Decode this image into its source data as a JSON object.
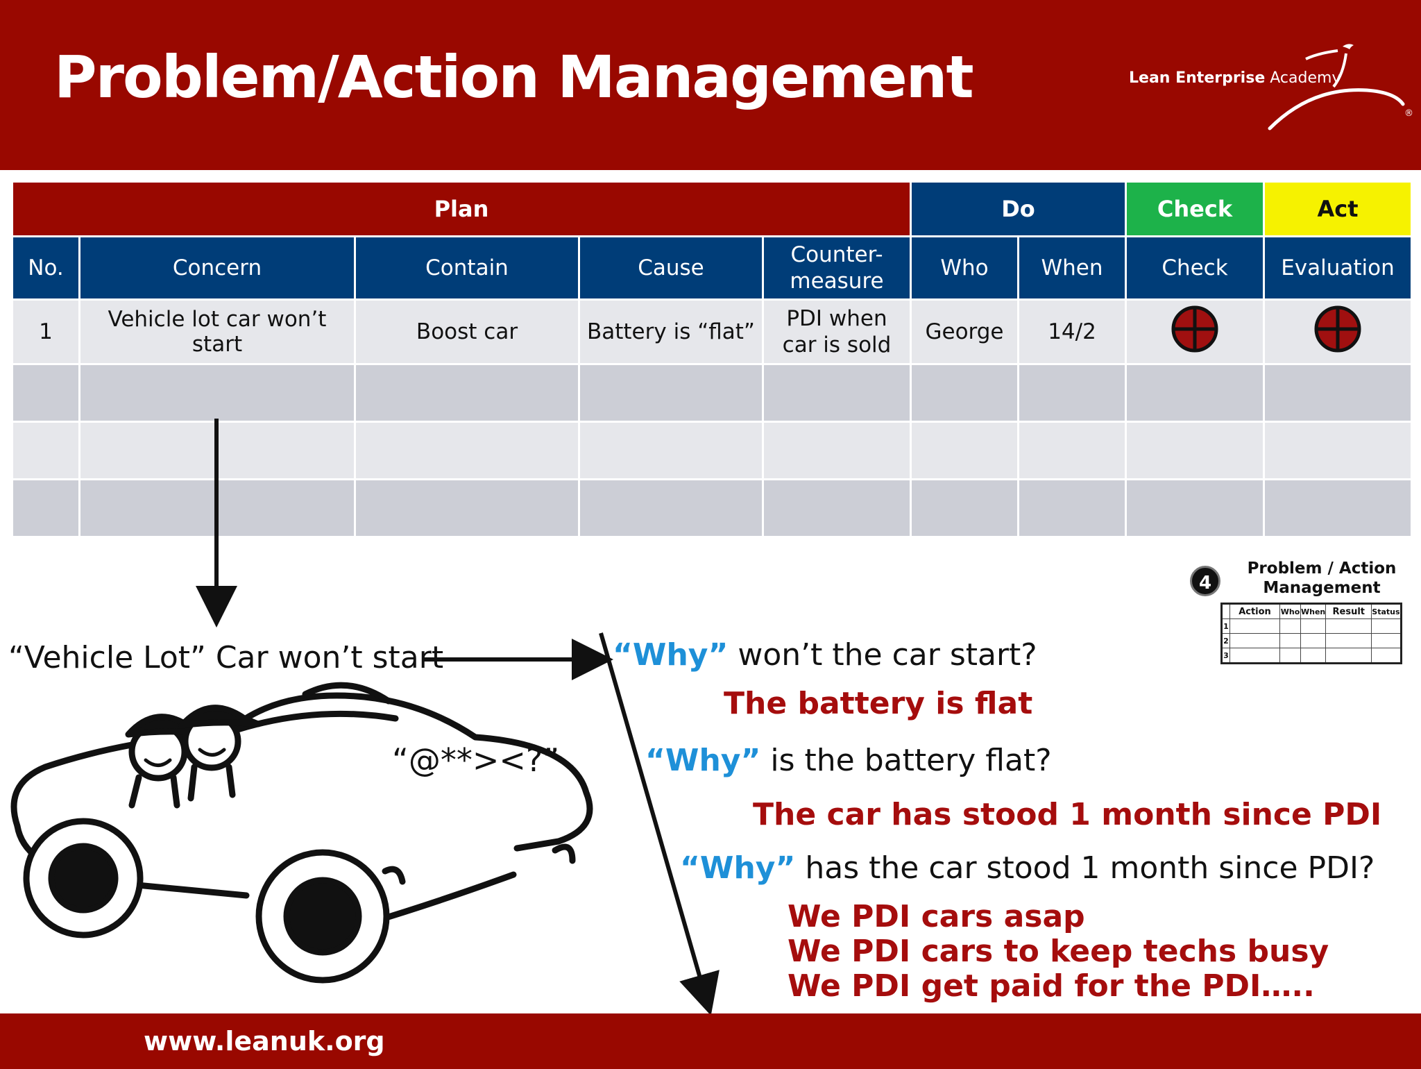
{
  "header": {
    "title": "Problem/Action Management",
    "logo": {
      "bold": "Lean Enterprise",
      "regular": "Academy",
      "mark": "®"
    }
  },
  "table": {
    "phases": [
      "Plan",
      "Do",
      "Check",
      "Act"
    ],
    "phase_colors": {
      "plan": "#990800",
      "do": "#003d78",
      "check": "#1db24a",
      "act": "#f6f200"
    },
    "columns": [
      "No.",
      "Concern",
      "Contain",
      "Cause",
      "Counter-measure",
      "Who",
      "When",
      "Check",
      "Evaluation"
    ],
    "column_lines": [
      [
        "Counter-",
        "measure"
      ]
    ],
    "row1": {
      "no": "1",
      "concern": "Vehicle lot car won’t start",
      "contain": "Boost car",
      "cause": "Battery is “flat”",
      "countermeasure": [
        "PDI when",
        "car is sold"
      ],
      "who": "George",
      "when": "14/2",
      "check_status": "quarter-circle-icon",
      "evaluation_status": "quarter-circle-icon"
    }
  },
  "five_whys": {
    "concern": "“Vehicle Lot” Car won’t start",
    "swear": "“@**><?”",
    "q1": {
      "why": "“Why”",
      "rest": "won’t the car start?"
    },
    "a1": "The battery is flat",
    "q2": {
      "why": "“Why”",
      "rest": "is the battery flat?"
    },
    "a2": "The car has stood 1 month since PDI",
    "q3": {
      "why": "“Why”",
      "rest": "has the car stood 1 month since PDI?"
    },
    "a3": [
      "We PDI cars asap",
      "We PDI cars to keep techs busy",
      "We PDI get paid for the PDI….."
    ]
  },
  "mini_board": {
    "badge": "4",
    "title": [
      "Problem / Action",
      "Management"
    ],
    "headers": [
      "Action",
      "Who",
      "When",
      "Result",
      "Status"
    ],
    "rows": [
      "1",
      "2",
      "3"
    ]
  },
  "footer": {
    "url": "www.leanuk.org"
  },
  "colors": {
    "brand_red": "#990800",
    "navy": "#003d78",
    "why_blue": "#1e90d8",
    "answer_red": "#a50d0d"
  }
}
